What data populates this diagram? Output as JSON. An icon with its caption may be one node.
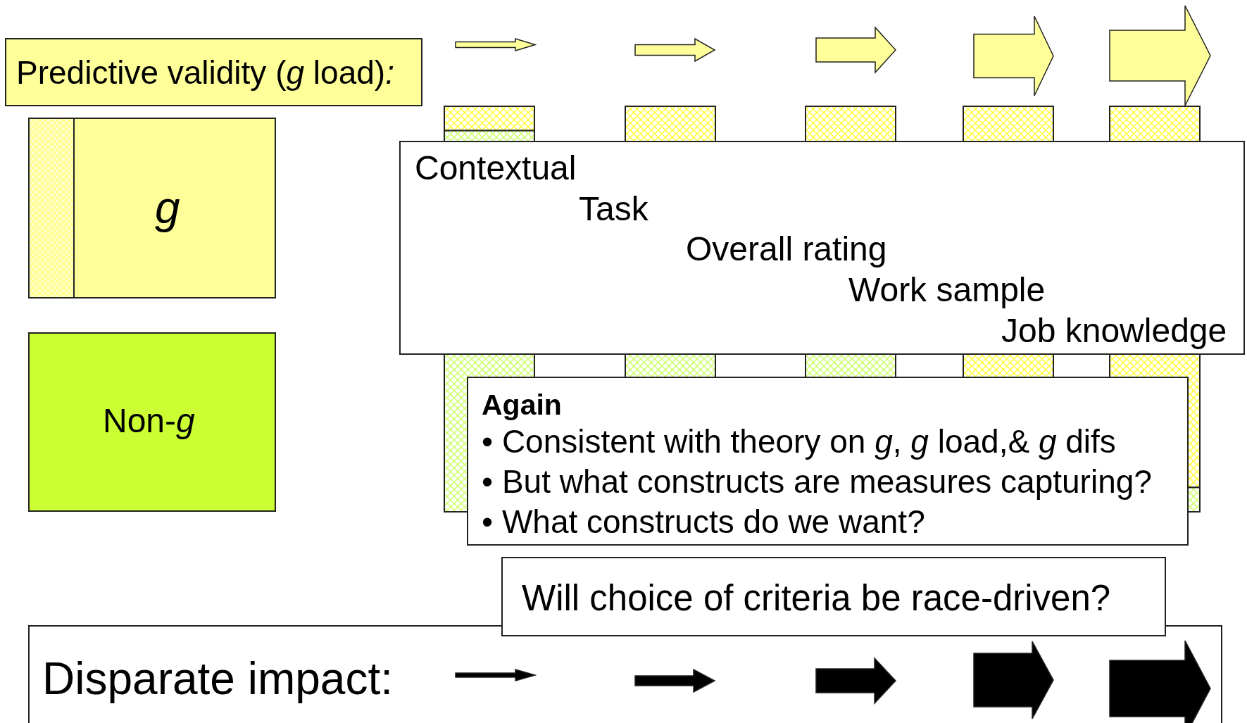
{
  "diagram": {
    "nodes": [
      {
        "text": [
          "Predictive validity (*g* load)*:*"
        ]
      },
      {
        "text": [
          "g"
        ]
      },
      {
        "text": [
          "Non-*g*"
        ]
      },
      {
        "text": [
          "Contextual",
          "Task",
          "Overall rating",
          "Work sample",
          "Job knowledge"
        ]
      },
      {
        "text": [
          "Again",
          "• Consistent with theory on *g*, *g* load,& *g* difs",
          "• But what constructs are measures capturing?",
          "• What constructs do we want?"
        ]
      },
      {
        "text": [
          "Will choice of criteria be race-driven?"
        ]
      },
      {
        "text": [
          "Disparate impact:"
        ]
      }
    ]
  }
}
